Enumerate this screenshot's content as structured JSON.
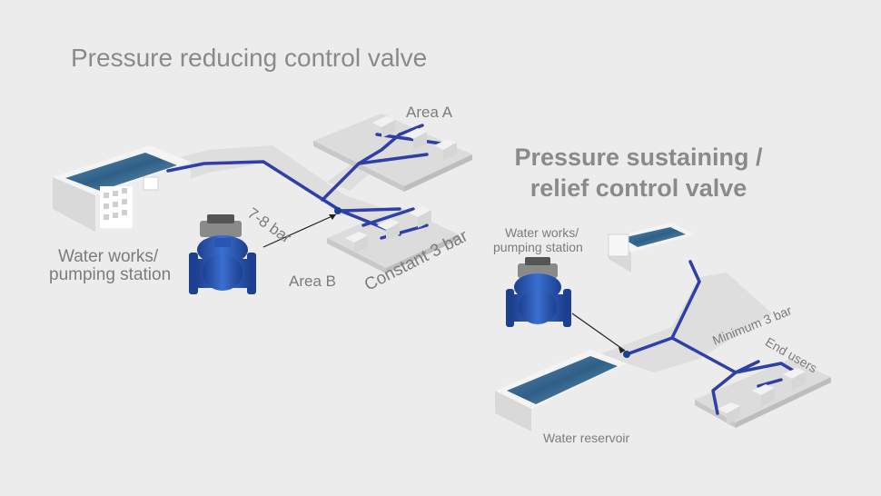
{
  "left_diagram": {
    "title": "Pressure reducing control valve",
    "source_label_line1": "Water works/",
    "source_label_line2": "pumping station",
    "pressure_upstream": "7-8 bar",
    "pressure_downstream": "Constant 3 bar",
    "area_a": "Area A",
    "area_b": "Area B"
  },
  "right_diagram": {
    "title_line1": "Pressure sustaining /",
    "title_line2": "relief control valve",
    "source_label_line1": "Water works/",
    "source_label_line2": "pumping station",
    "pressure_min": "Minimum 3 bar",
    "end_users": "End users",
    "reservoir": "Water reservoir"
  },
  "colors": {
    "background": "#ececec",
    "pipe": "#2f3fa8",
    "valve_body": "#2a56b3",
    "platform": "#dcdcdc",
    "water": "#3f6f94",
    "text": "#7c7c7c"
  }
}
